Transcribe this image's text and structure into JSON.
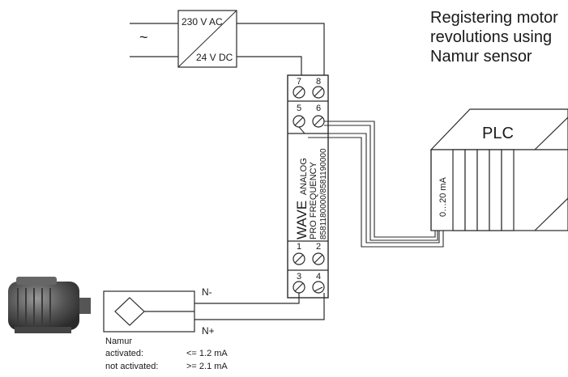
{
  "caption": {
    "line1": "Registering motor",
    "line2": "revolutions using",
    "line3": "Namur sensor"
  },
  "power_supply": {
    "input_label": "230 V AC",
    "output_label": "24 V DC",
    "ac_symbol": "~"
  },
  "module": {
    "brand": "WAVE",
    "type": "ANALOG",
    "model": "PRO FREQUENCY",
    "part_numbers": "8581180000/8581190000",
    "terminals": {
      "t1": "1",
      "t2": "2",
      "t3": "3",
      "t4": "4",
      "t5": "5",
      "t6": "6",
      "t7": "7",
      "t8": "8"
    }
  },
  "plc": {
    "label": "PLC",
    "input_label": "0…20 mA"
  },
  "sensor": {
    "name": "Namur",
    "activated_label": "activated:",
    "activated_value": "<= 1.2 mA",
    "not_activated_label": "not activated:",
    "not_activated_value": ">= 2.1 mA",
    "neg_label": "N-",
    "pos_label": "N+"
  },
  "colors": {
    "line": "#2a2a2a",
    "motor_body": "#4a4a4a"
  }
}
